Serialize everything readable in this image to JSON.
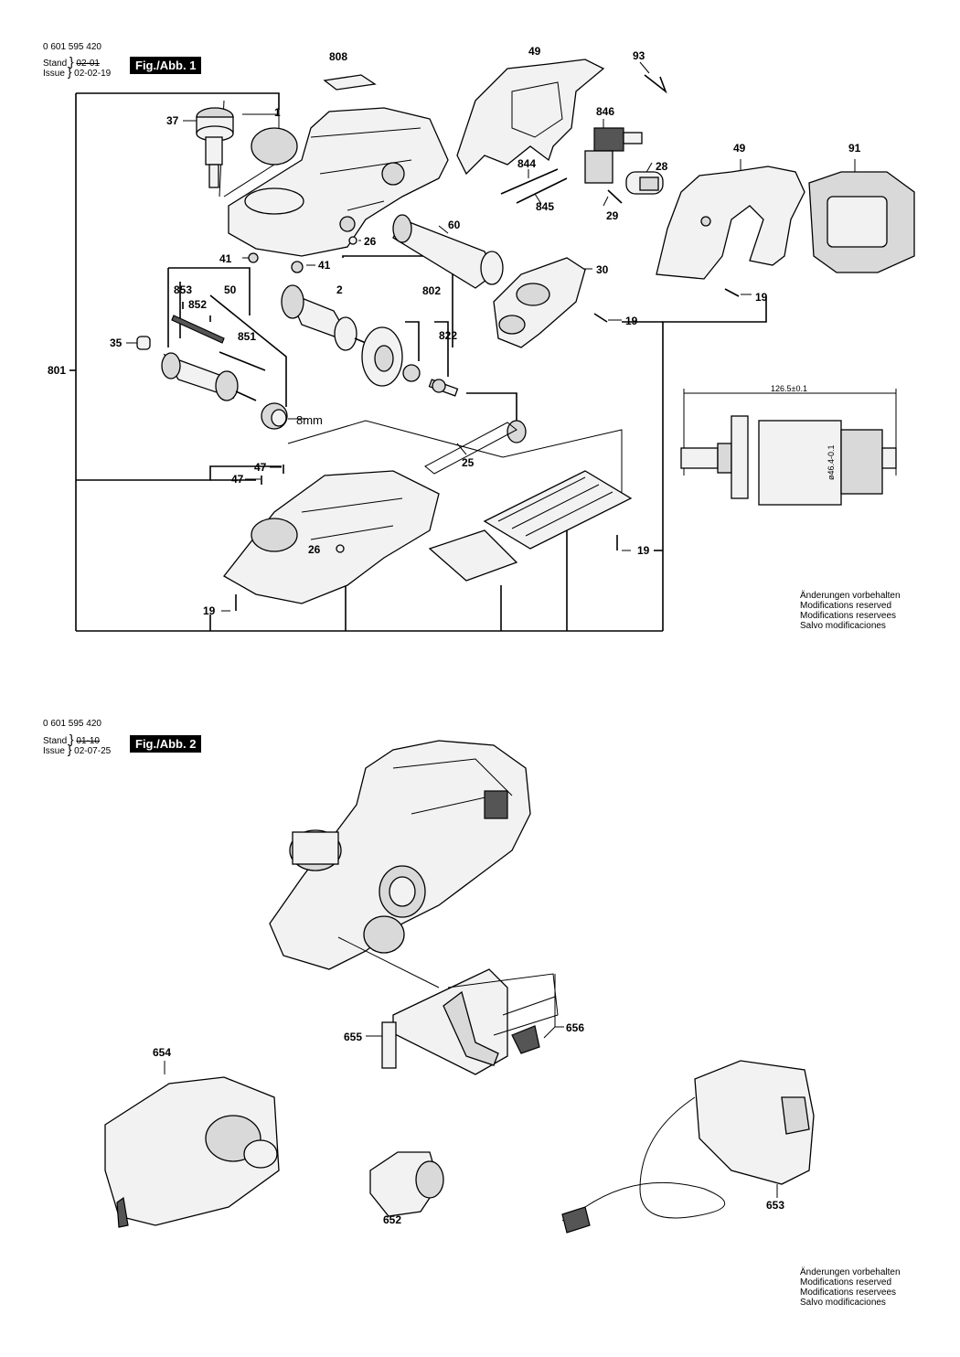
{
  "sheet1": {
    "part_number": "0 601 595 420",
    "stand_label": "Stand",
    "stand_old": "02-01",
    "issue_label": "Issue",
    "issue_date": "02-02-19",
    "fig_label": "Fig./Abb. 1",
    "labels": [
      "808",
      "49",
      "93",
      "846",
      "37",
      "1",
      "844",
      "845",
      "28",
      "49",
      "91",
      "29",
      "60",
      "41",
      "41",
      "26",
      "30",
      "19",
      "19",
      "853",
      "50",
      "852",
      "2",
      "802",
      "822",
      "851",
      "35",
      "801",
      "8mm",
      "25",
      "47",
      "47",
      "26",
      "19",
      "19",
      "126.5±0.1",
      "ø46.4-0.1"
    ],
    "notice": [
      "Änderungen vorbehalten",
      "Modifications reserved",
      "Modifications reservees",
      "Salvo modificaciones"
    ]
  },
  "sheet2": {
    "part_number": "0 601 595 420",
    "stand_label": "Stand",
    "stand_old": "01-10",
    "issue_label": "Issue",
    "issue_date": "02-07-25",
    "fig_label": "Fig./Abb. 2",
    "labels": [
      "655",
      "656",
      "654",
      "652",
      "653"
    ],
    "notice": [
      "Änderungen vorbehalten",
      "Modifications reserved",
      "Modifications reservees",
      "Salvo modificaciones"
    ]
  }
}
